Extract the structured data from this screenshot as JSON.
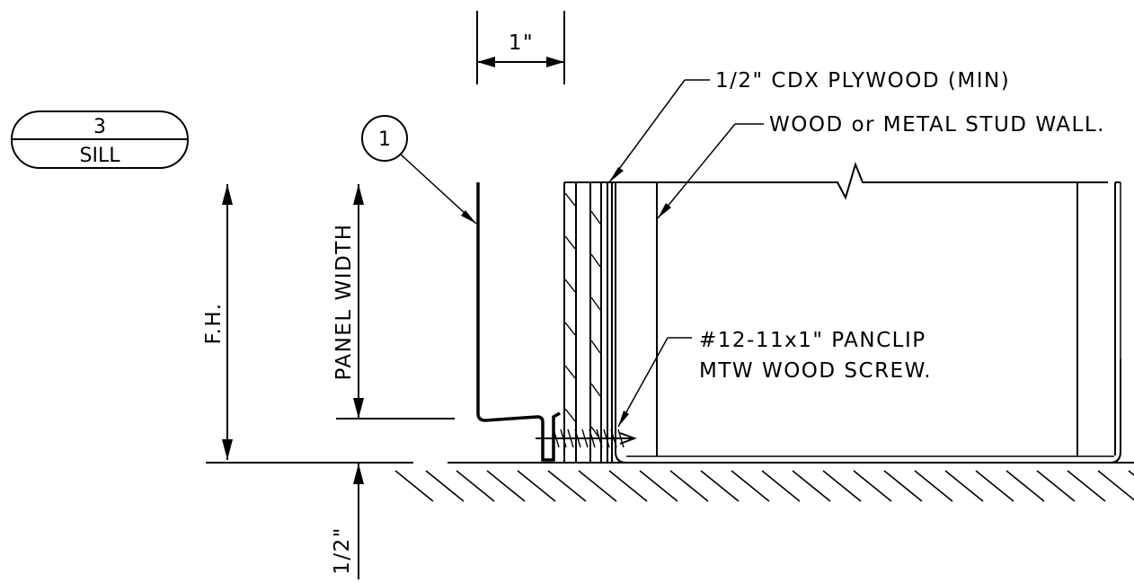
{
  "detail_tag": {
    "number": "3",
    "title": "SILL"
  },
  "callout": {
    "number": "1"
  },
  "notes": {
    "plywood": "1/2\" CDX PLYWOOD (MIN)",
    "stud_wall": "WOOD or METAL STUD WALL.",
    "screw_line1": "#12-11x1\" PANCLIP",
    "screw_line2": "MTW WOOD SCREW."
  },
  "dimensions": {
    "gap": "1\"",
    "panel_width": "PANEL WIDTH",
    "fh": "F.H.",
    "half_inch": "1/2\""
  }
}
